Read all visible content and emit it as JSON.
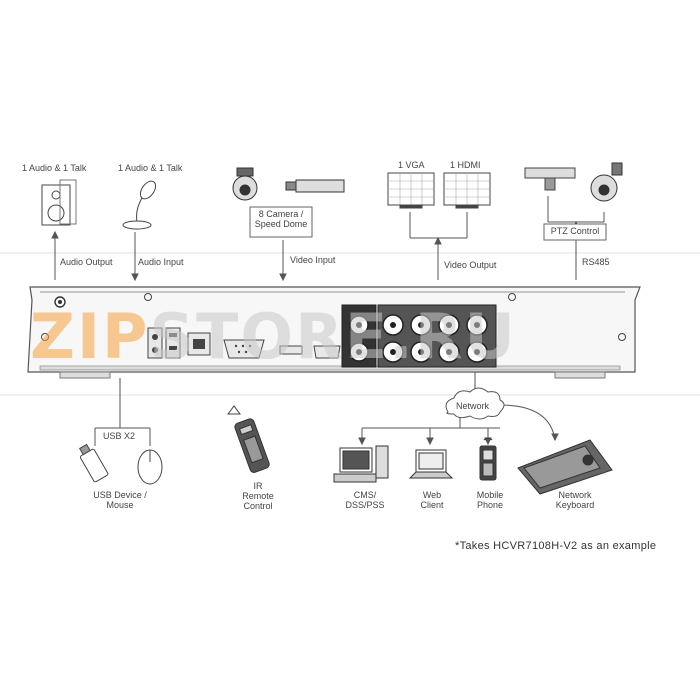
{
  "labels": {
    "audio_talk_1": "1 Audio & 1 Talk",
    "audio_talk_2": "1 Audio & 1 Talk",
    "camera": "8 Camera /\nSpeed Dome",
    "vga": "1 VGA",
    "hdmi": "1 HDMI",
    "ptz_control": "PTZ Control",
    "audio_output": "Audio Output",
    "audio_input": "Audio Input",
    "video_input": "Video Input",
    "video_output": "Video Output",
    "rs485": "RS485",
    "usb_x2": "USB X2",
    "network": "Network",
    "usb_device": "USB Device /\nMouse",
    "ir_remote": "IR\nRemote\nControl",
    "cms": "CMS/\nDSS/PSS",
    "web_client": "Web\nClient",
    "mobile_phone": "Mobile\nPhone",
    "network_keyboard": "Network\nKeyboard",
    "footnote": "*Takes HCVR7108H-V2 as an example"
  },
  "watermark": {
    "zip": "ZIP",
    "rest": "STORE.RU"
  },
  "colors": {
    "line": "#555555",
    "panel": "#f7f7f7",
    "watermark_orange": "#f5a03c"
  }
}
